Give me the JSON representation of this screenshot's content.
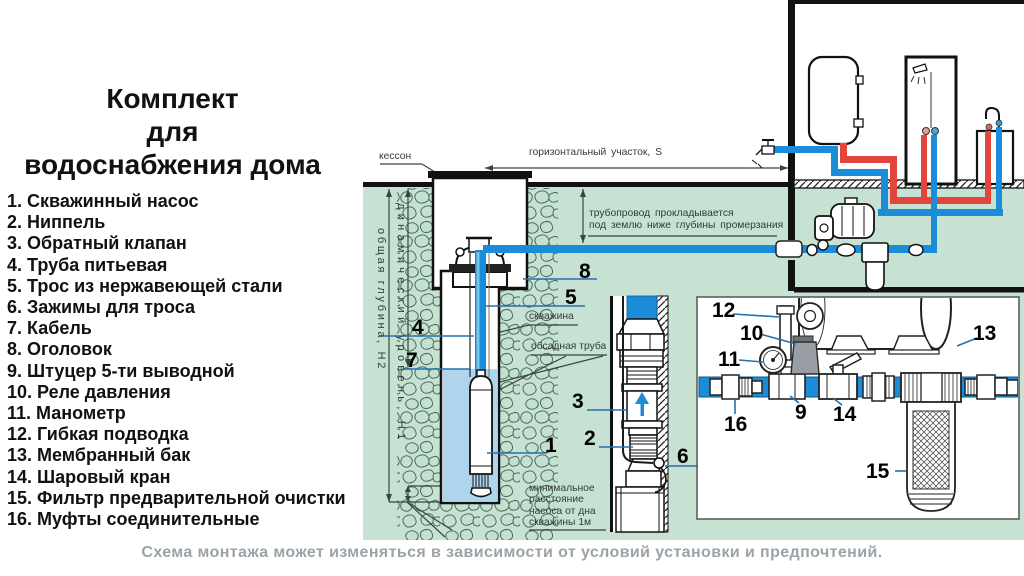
{
  "title": {
    "line1": "Комплект",
    "line2": "для",
    "line3": "водоснабжения дома"
  },
  "legend": {
    "items": [
      "1. Скважинный насос",
      "2. Ниппель",
      "3. Обратный клапан",
      "4. Труба питьевая",
      "5. Трос из нержавеющей стали",
      "6. Зажимы для троса",
      "7. Кабель",
      "8. Оголовок",
      "9. Штуцер 5-ти выводной",
      "10. Реле давления",
      "11. Манометр",
      "12. Гибкая подводка",
      "13. Мембранный бак",
      "14. Шаровый кран",
      "15. Фильтр предварительной очистки",
      "16. Муфты соединительные"
    ]
  },
  "caption": "Схема монтажа может изменяться в зависимости от условий установки и предпочтений.",
  "diagram": {
    "annotations": {
      "kesson": "кессон",
      "horizontal": "горизонтальный участок,  S",
      "pipeline1": "трубопровод прокладывается",
      "pipeline2": "под землю ниже глубины промерзания",
      "well": "скважина",
      "casing": "обсадная труба",
      "min1": "минимальное",
      "min2": "расстояние",
      "min3": "насоса от дна",
      "min4": "скважины 1м",
      "depth_total": "общая глубина, Н2",
      "depth_dynamic": "динамический уровень, Н1"
    },
    "numbers": {
      "n1": "1",
      "n2": "2",
      "n3": "3",
      "n4": "4",
      "n5": "5",
      "n6": "6",
      "n7": "7",
      "n8": "8",
      "n9": "9",
      "n10": "10",
      "n11": "11",
      "n12": "12",
      "n13": "13",
      "n14": "14",
      "n15": "15",
      "n16": "16"
    },
    "colors": {
      "ground_green": "#c7e2d2",
      "pipe_cold_blue": "#1a8cd8",
      "pipe_hot_red": "#e2453c",
      "well_water": "#aed5ec",
      "stone_outline": "#4c6d5b",
      "leader_blue": "#2470ad",
      "annotation_dark": "#323d36",
      "caption_gray": "#99a3a8"
    }
  }
}
